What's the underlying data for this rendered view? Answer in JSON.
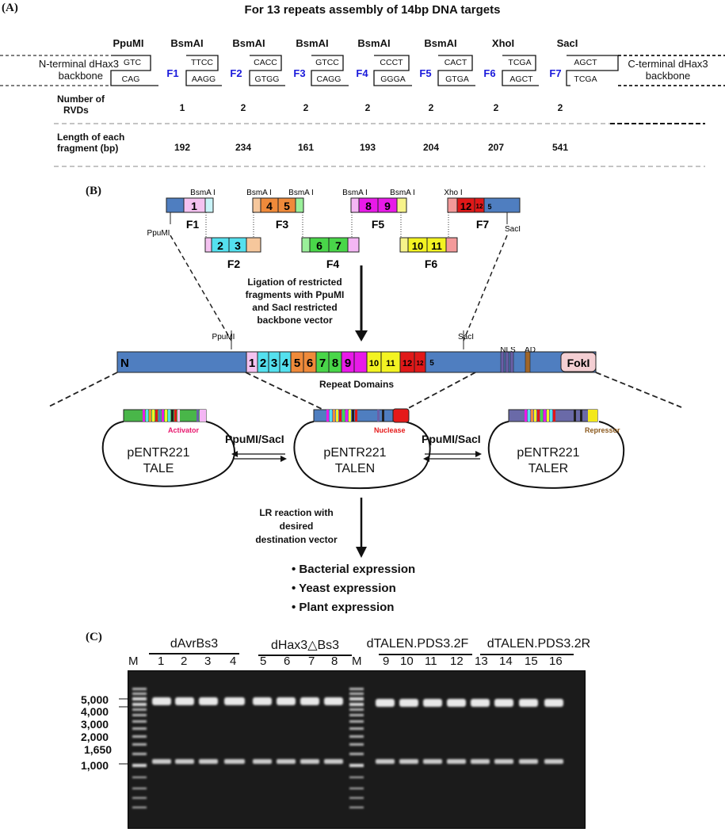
{
  "panelA": {
    "label": "(A)",
    "title": "For 13 repeats assembly of 14bp DNA targets",
    "left_backbone": [
      "N-terminal dHax3",
      "backbone"
    ],
    "right_backbone": [
      "C-terminal dHax3",
      "backbone"
    ],
    "sites": [
      "PpuMI",
      "BsmAI",
      "BsmAI",
      "BsmAI",
      "BsmAI",
      "BsmAI",
      "XhoI",
      "SacI"
    ],
    "fragments": [
      "F1",
      "F2",
      "F3",
      "F4",
      "F5",
      "F6",
      "F7"
    ],
    "overhangs_top": [
      "GTC",
      "TTCC",
      "CACC",
      "GTCC",
      "CCCT",
      "CACT",
      "TCGA",
      "AGCT"
    ],
    "overhangs_bottom": [
      "CAG",
      "AAGG",
      "GTGG",
      "CAGG",
      "GGGA",
      "GTGA",
      "AGCT",
      "TCGA"
    ],
    "row1_label": [
      "Number of",
      "RVDs"
    ],
    "row1_values": [
      "1",
      "2",
      "2",
      "2",
      "2",
      "2",
      "2"
    ],
    "row2_label": [
      "Length of each",
      "fragment (bp)"
    ],
    "row2_values": [
      "192",
      "234",
      "161",
      "193",
      "204",
      "207",
      "541"
    ]
  },
  "panelB": {
    "label": "(B)",
    "bsmai": "BsmA I",
    "xhoi": "Xho I",
    "ppumi": "PpuMI",
    "saci": "SacI",
    "frag_labels": [
      "F1",
      "F2",
      "F3",
      "F4",
      "F5",
      "F6",
      "F7"
    ],
    "repeat_nums": [
      "1",
      "2",
      "3",
      "4",
      "5",
      "6",
      "7",
      "8",
      "9",
      "10",
      "11",
      "12",
      "12",
      "5"
    ],
    "ligation_text": [
      "Ligation of restricted",
      "fragments with PpuMI",
      "and SacI restricted",
      "backbone vector"
    ],
    "vector_n": "N",
    "vector_nls": "NLS",
    "vector_ad": "AD",
    "vector_foki": "FokI",
    "repeat_domains": "Repeat Domains",
    "plasmids": [
      {
        "name": [
          "pENTR221",
          "TALE"
        ],
        "tag": "Activator",
        "tag_color": "#e8186e"
      },
      {
        "name": [
          "pENTR221",
          "TALEN"
        ],
        "tag": "Nuclease",
        "tag_color": "#e51a1a"
      },
      {
        "name": [
          "pENTR221",
          "TALER"
        ],
        "tag": "Repressor",
        "tag_color": "#8c5a1e"
      }
    ],
    "arrow_label": "PpuMI/SacI",
    "lr_text": [
      "LR reaction with",
      "desired",
      "destination vector"
    ],
    "bullets": [
      "Bacterial expression",
      "Yeast expression",
      "Plant expression"
    ]
  },
  "panelC": {
    "label": "(C)",
    "groups": [
      "dAvrBs3",
      "dHax3△Bs3",
      "dTALEN.PDS3.2F",
      "dTALEN.PDS3.2R"
    ],
    "lanes_left": [
      "M",
      "1",
      "2",
      "3",
      "4",
      "5",
      "6",
      "7",
      "8"
    ],
    "lanes_right": [
      "M",
      "9",
      "10",
      "11",
      "12",
      "13",
      "14",
      "15",
      "16"
    ],
    "size_labels": [
      "5,000",
      "4,000",
      "3,000",
      "2,000",
      "1,650",
      "1,000"
    ]
  },
  "colors": {
    "backbone": "#4f7ec0",
    "r1": "#f4c2f0",
    "r2": "#54e0ee",
    "r4": "#ef8a3a",
    "r6": "#49d649",
    "r8": "#e81ae8",
    "r10": "#f3f322",
    "r12": "#e01818",
    "gel": "#1a1a1a"
  }
}
